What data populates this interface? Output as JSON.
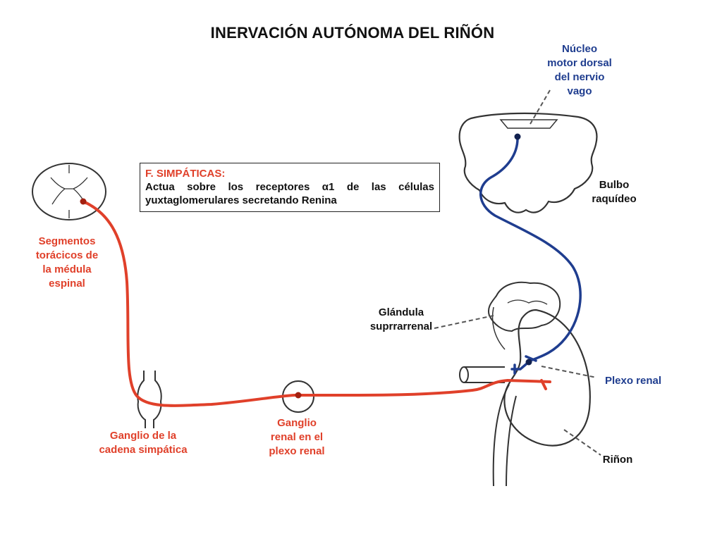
{
  "title": "INERVACIÓN AUTÓNOMA DEL RIÑÓN",
  "colors": {
    "sympathetic": "#e0402a",
    "parasympathetic": "#1f3d8f",
    "outline": "#333333"
  },
  "infobox": {
    "heading": "F. SIMPÁTICAS:",
    "body": "Actua sobre los receptores α1 de las células yuxtaglomerulares secretando Renina"
  },
  "labels": {
    "vagus_nucleus": "Núcleo\nmotor dorsal\ndel nervio\nvago",
    "medulla": "Bulbo\nraquídeo",
    "spinal_segments": "Segmentos\ntorácicos de\nla médula\nespinal",
    "adrenal_gland": "Glándula\nsuprrarrenal",
    "renal_plexus": "Plexo renal",
    "chain_ganglion": "Ganglio de la\ncadena simpática",
    "renal_ganglion": "Ganglio\nrenal en el\nplexo renal",
    "kidney": "Riñon"
  }
}
